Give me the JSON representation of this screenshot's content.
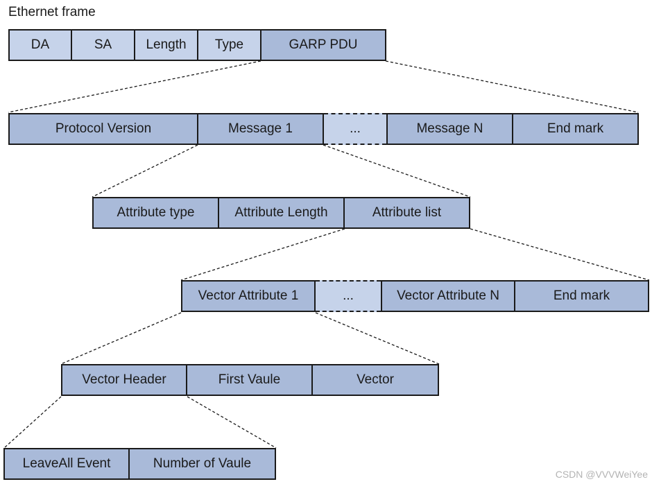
{
  "title": "Ethernet frame",
  "levels": {
    "ethernet": {
      "fields": [
        {
          "label": "DA",
          "fill": "#c6d3ea"
        },
        {
          "label": "SA",
          "fill": "#c6d3ea"
        },
        {
          "label": "Length",
          "fill": "#c6d3ea"
        },
        {
          "label": "Type",
          "fill": "#c6d3ea"
        },
        {
          "label": "GARP PDU",
          "fill": "#a9bad9"
        }
      ]
    },
    "garp_pdu": {
      "fields": [
        {
          "label": "Protocol Version",
          "fill": "#a9bad9"
        },
        {
          "label": "Message 1",
          "fill": "#a9bad9"
        },
        {
          "label": "...",
          "fill": "#c6d3ea",
          "style": "dashed"
        },
        {
          "label": "Message N",
          "fill": "#a9bad9"
        },
        {
          "label": "End mark",
          "fill": "#a9bad9"
        }
      ]
    },
    "message": {
      "fields": [
        {
          "label": "Attribute type",
          "fill": "#a9bad9"
        },
        {
          "label": "Attribute Length",
          "fill": "#a9bad9"
        },
        {
          "label": "Attribute list",
          "fill": "#a9bad9"
        }
      ]
    },
    "attribute_list": {
      "fields": [
        {
          "label": "Vector Attribute 1",
          "fill": "#a9bad9"
        },
        {
          "label": "...",
          "fill": "#c6d3ea",
          "style": "dashed"
        },
        {
          "label": "Vector Attribute N",
          "fill": "#a9bad9"
        },
        {
          "label": "End mark",
          "fill": "#a9bad9"
        }
      ]
    },
    "vector_attribute": {
      "fields": [
        {
          "label": "Vector Header",
          "fill": "#a9bad9"
        },
        {
          "label": "First Vaule",
          "fill": "#a9bad9"
        },
        {
          "label": "Vector",
          "fill": "#a9bad9"
        }
      ]
    },
    "vector_header": {
      "fields": [
        {
          "label": "LeaveAll Event",
          "fill": "#a9bad9"
        },
        {
          "label": "Number of Vaule",
          "fill": "#a9bad9"
        }
      ]
    }
  },
  "watermark": "CSDN @VVVWeiYee"
}
